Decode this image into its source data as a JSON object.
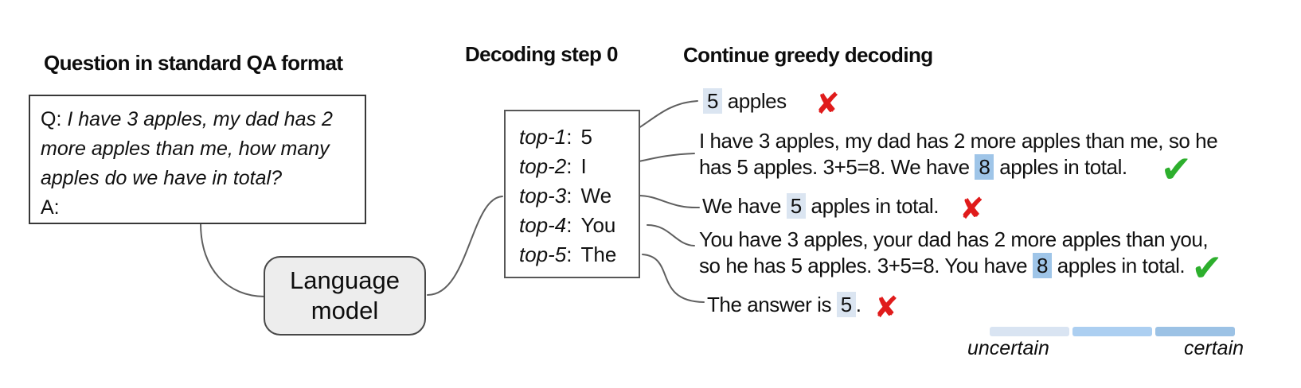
{
  "qa_panel": {
    "heading": "Question in standard QA format",
    "q_prefix": "Q: ",
    "question": "I have 3 apples, my dad has 2\nmore apples than me, how many\napples do we have in total?",
    "a_prefix": "A:"
  },
  "language_model": {
    "label": "Language\nmodel"
  },
  "decoding_panel": {
    "heading": "Decoding step 0",
    "separator": ":",
    "rows": [
      {
        "rank": "top-1",
        "token": "5"
      },
      {
        "rank": "top-2",
        "token": "I"
      },
      {
        "rank": "top-3",
        "token": "We"
      },
      {
        "rank": "top-4",
        "token": "You"
      },
      {
        "rank": "top-5",
        "token": "The"
      }
    ]
  },
  "continuations_panel": {
    "heading": "Continue greedy decoding",
    "items": [
      {
        "pre": "",
        "token": "5",
        "post": " apples",
        "certainty": "uncertain",
        "verdict": "incorrect"
      },
      {
        "pre": "I have 3 apples, my dad has 2 more apples than me, so he\nhas 5 apples. 3+5=8. We have ",
        "token": "8",
        "post": " apples in total.",
        "certainty": "certain",
        "verdict": "correct"
      },
      {
        "pre": "We have ",
        "token": "5",
        "post": " apples in total.",
        "certainty": "uncertain",
        "verdict": "incorrect"
      },
      {
        "pre": "You have 3 apples, your dad has 2 more apples than you,\nso he has 5 apples. 3+5=8. You have ",
        "token": "8",
        "post": " apples in total.",
        "certainty": "certain",
        "verdict": "correct"
      },
      {
        "pre": "The answer is ",
        "token": "5",
        "post": ".",
        "certainty": "uncertain",
        "verdict": "incorrect"
      }
    ]
  },
  "icons": {
    "cross": "✘",
    "check": "✔"
  },
  "legend": {
    "left_label": "uncertain",
    "right_label": "certain",
    "segments": [
      {
        "color": "#d9e4f2"
      },
      {
        "color": "#accff1"
      },
      {
        "color": "#9cc2e5"
      }
    ]
  },
  "colors": {
    "highlight_uncertain": "#dbe5f1",
    "highlight_certain": "#9fc5e8",
    "cross_red": "#e01b1b",
    "check_green": "#2daf2d",
    "connector_gray": "#5f5f5f",
    "lm_box_fill": "#ededed"
  }
}
